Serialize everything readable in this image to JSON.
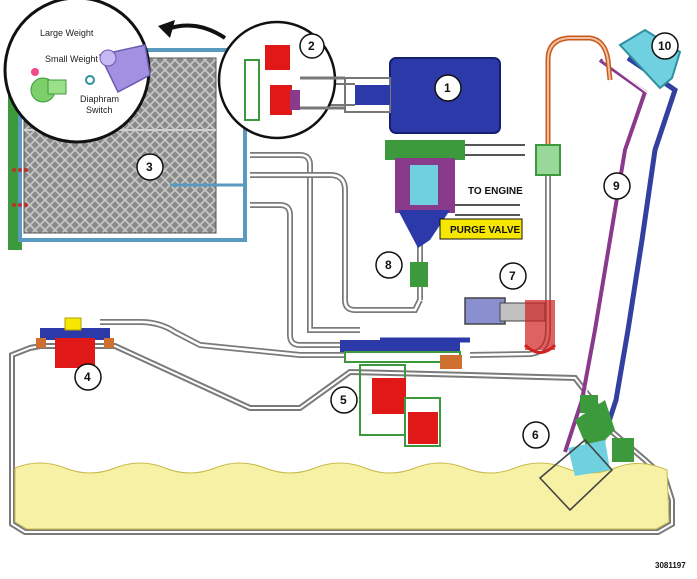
{
  "inset": {
    "large_weight": "Large Weight",
    "small_weight": "Small Weight",
    "diaphram": "Diaphram",
    "switch": "Switch"
  },
  "labels": {
    "to_engine": "TO ENGINE",
    "purge_valve": "PURGE VALVE"
  },
  "callouts": [
    "1",
    "2",
    "3",
    "4",
    "5",
    "6",
    "7",
    "8",
    "9",
    "10"
  ],
  "figure_id": "3081197",
  "colors": {
    "fuel": "#f7f1a6",
    "canister": "#777777",
    "solenoid": "#2b3aa8",
    "valve_red": "#e01818",
    "cap": "#6fd0e0",
    "pipe_green": "#3c9a3c",
    "purge_label_bg": "#f6e600"
  }
}
